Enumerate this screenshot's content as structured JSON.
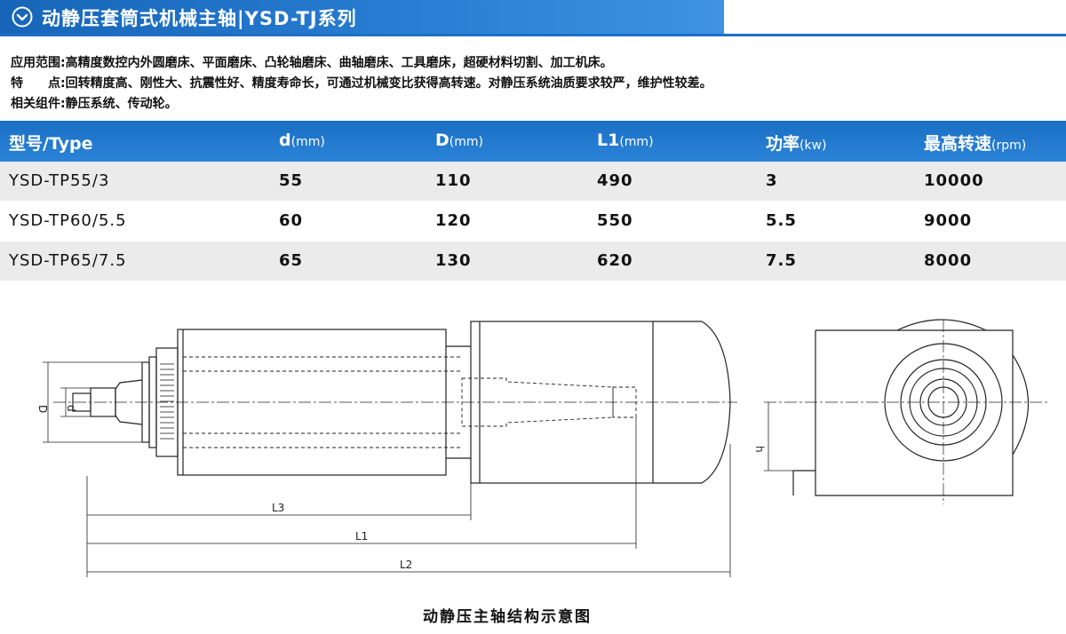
{
  "header": {
    "title": "动静压套筒式机械主轴|YSD-TJ系列"
  },
  "info": {
    "application_label": "应用范围:",
    "application_text": "高精度数控内外圆磨床、平面磨床、凸轮轴磨床、曲轴磨床、工具磨床，超硬材料切割、加工机床。",
    "features_label": "特　　点:",
    "features_text": "回转精度高、刚性大、抗震性好、精度寿命长，可通过机械变比获得高转速。对静压系统油质要求较严，维护性较差。",
    "components_label": "相关组件:",
    "components_text": "静压系统、传动轮。"
  },
  "table": {
    "headers": [
      "型号/Type",
      "d",
      "D",
      "L1",
      "功率",
      "最高转速"
    ],
    "units": [
      "",
      "(mm)",
      "(mm)",
      "(mm)",
      "(kw)",
      "(rpm)"
    ],
    "rows": [
      [
        "YSD-TP55/3",
        "55",
        "110",
        "490",
        "3",
        "10000"
      ],
      [
        "YSD-TP60/5.5",
        "60",
        "120",
        "550",
        "5.5",
        "9000"
      ],
      [
        "YSD-TP65/7.5",
        "65",
        "130",
        "620",
        "7.5",
        "8000"
      ]
    ]
  },
  "drawing": {
    "label_D": "D",
    "label_d": "d",
    "label_L3": "L3",
    "label_L1": "L1",
    "label_L2": "L2",
    "label_h": "h",
    "caption": "动静压主轴结构示意图"
  },
  "colors": {
    "brand_blue": "#1d6fc6",
    "row_gray": "#ebebeb"
  }
}
